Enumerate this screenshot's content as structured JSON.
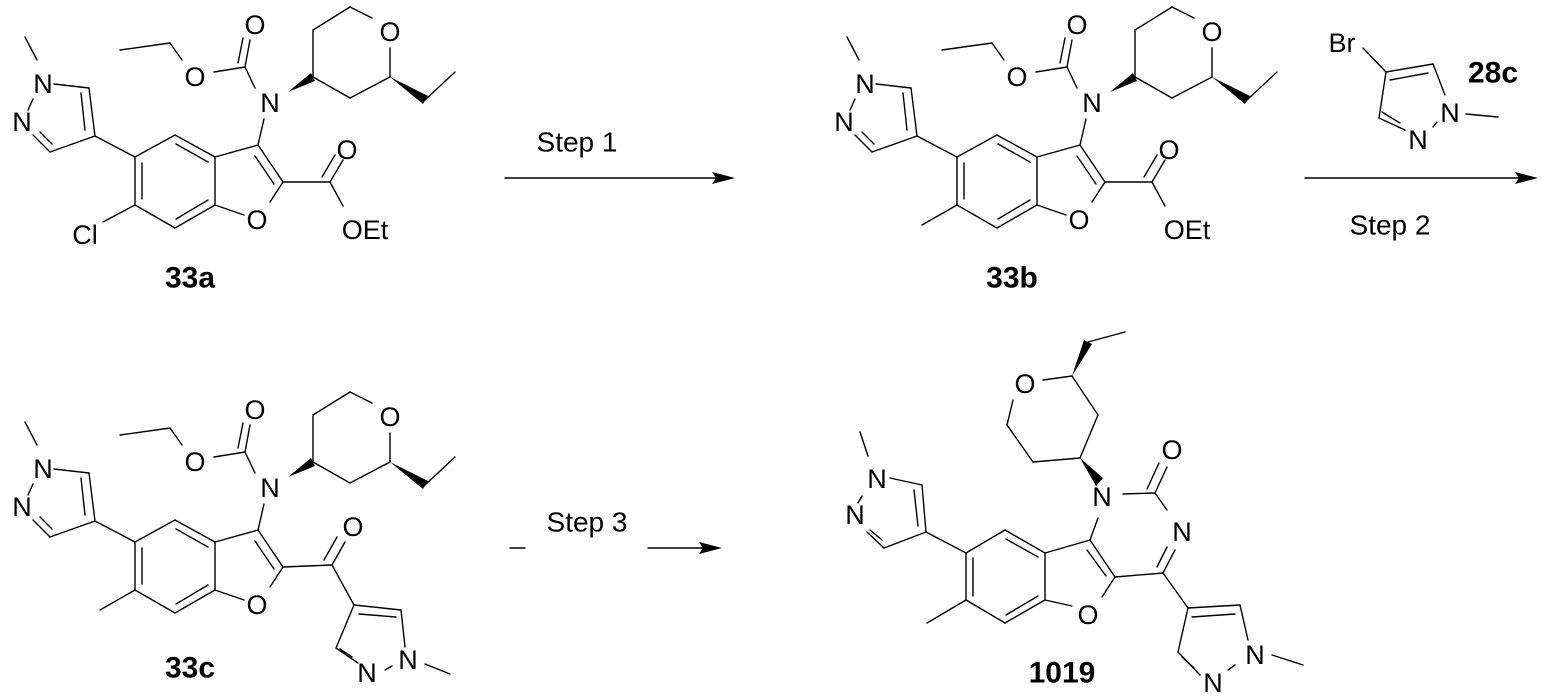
{
  "scheme": {
    "compounds": [
      {
        "id": "33a",
        "label": "33a",
        "atoms": [
          "N",
          "N",
          "O",
          "O",
          "N",
          "O",
          "O",
          "O",
          "OEt",
          "Cl"
        ]
      },
      {
        "id": "33b",
        "label": "33b",
        "atoms": [
          "N",
          "N",
          "O",
          "O",
          "N",
          "O",
          "O",
          "O",
          "OEt"
        ]
      },
      {
        "id": "33c",
        "label": "33c",
        "atoms": [
          "N",
          "N",
          "O",
          "O",
          "N",
          "O",
          "O",
          "O",
          "N",
          "N"
        ]
      },
      {
        "id": "1019",
        "label": "1019",
        "atoms": [
          "N",
          "N",
          "O",
          "N",
          "O",
          "N",
          "N",
          "N",
          "O"
        ]
      }
    ],
    "reagent": {
      "label": "28c",
      "atoms": [
        "Br",
        "N",
        "N"
      ]
    },
    "steps": [
      {
        "label": "Step 1"
      },
      {
        "label": "Step 2"
      },
      {
        "label": "Step 3"
      }
    ]
  }
}
